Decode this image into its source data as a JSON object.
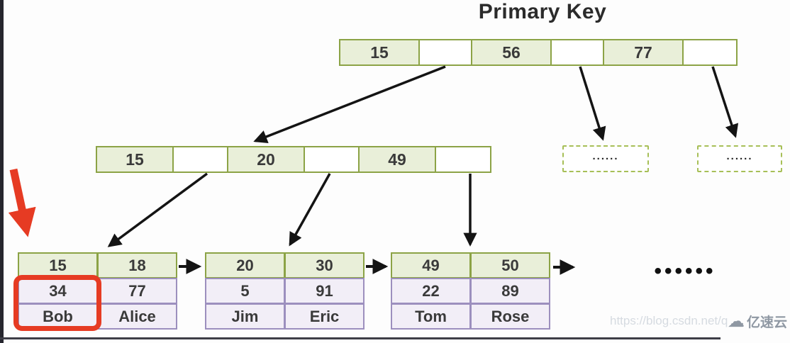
{
  "title": "Primary Key",
  "tree": {
    "root": {
      "keys": [
        "15",
        "56",
        "77"
      ]
    },
    "internal": {
      "keys": [
        "15",
        "20",
        "49"
      ]
    },
    "leaves": [
      {
        "keys": [
          "15",
          "18"
        ],
        "row2": [
          "34",
          "77"
        ],
        "row3": [
          "Bob",
          "Alice"
        ]
      },
      {
        "keys": [
          "20",
          "30"
        ],
        "row2": [
          "5",
          "91"
        ],
        "row3": [
          "Jim",
          "Eric"
        ]
      },
      {
        "keys": [
          "49",
          "50"
        ],
        "row2": [
          "22",
          "89"
        ],
        "row3": [
          "Tom",
          "Rose"
        ]
      }
    ],
    "dashed_box_1_dots": "......",
    "dashed_box_2_dots": "......",
    "leaf_ellipsis": "••••••"
  },
  "watermark": {
    "url_text": "https://blog.csdn.net/q",
    "brand": "亿速云",
    "cloud_icon_glyph": "☁"
  },
  "colors": {
    "node_border_green": "#8ca346",
    "node_fill_green": "#e9efd9",
    "record_border_purple": "#9c8fbe",
    "record_fill_purple": "#f2eef7",
    "highlight_red": "#e63b23",
    "arrow_black": "#141414"
  }
}
